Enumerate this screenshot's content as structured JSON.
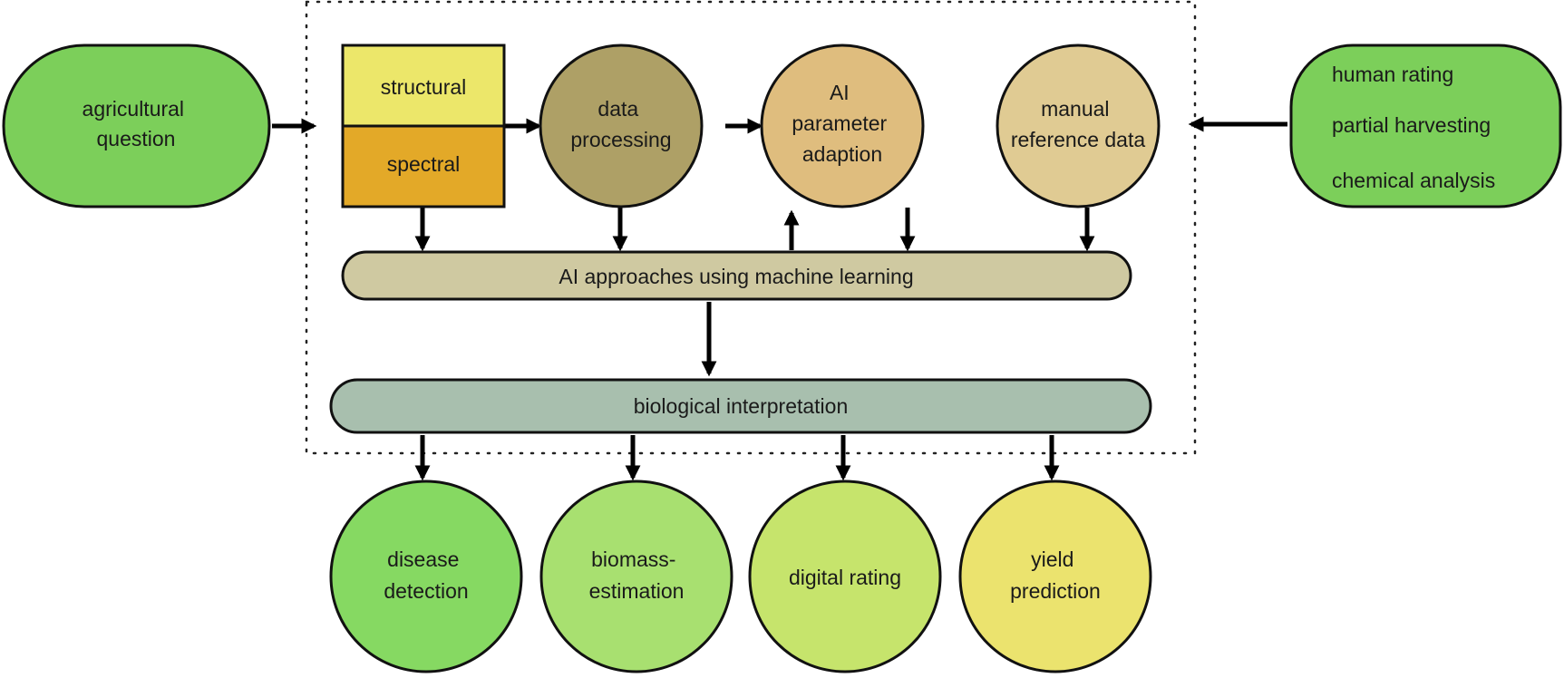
{
  "nodes": {
    "agricultural_question": {
      "lines": [
        "agricultural",
        "question"
      ],
      "color": "#7ccf5a"
    },
    "structural": {
      "lines": [
        "structural"
      ],
      "color": "#ece76a"
    },
    "spectral": {
      "lines": [
        "spectral"
      ],
      "color": "#e3a928"
    },
    "data_processing": {
      "lines": [
        "data",
        "processing"
      ],
      "color": "#aea066"
    },
    "ai_parameter_adaption": {
      "lines": [
        "AI",
        "parameter",
        "adaption"
      ],
      "color": "#dfbd7e"
    },
    "manual_reference_data": {
      "lines": [
        "manual",
        "reference data"
      ],
      "color": "#e0cb93"
    },
    "reference_sources": {
      "lines": [
        "human rating",
        "partial harvesting",
        "chemical analysis"
      ],
      "color": "#7ccf5a"
    },
    "ai_approaches": {
      "lines": [
        "AI approaches using machine learning"
      ],
      "color": "#cfc9a1"
    },
    "biological_interpretation": {
      "lines": [
        "biological interpretation"
      ],
      "color": "#a8bfae"
    },
    "disease_detection": {
      "lines": [
        "disease",
        "detection"
      ],
      "color": "#86d962"
    },
    "biomass_estimation": {
      "lines": [
        "biomass-",
        "estimation"
      ],
      "color": "#a8e070"
    },
    "digital_rating": {
      "lines": [
        "digital rating"
      ],
      "color": "#c6e46c"
    },
    "yield_prediction": {
      "lines": [
        "yield",
        "prediction"
      ],
      "color": "#ebe36e"
    }
  }
}
